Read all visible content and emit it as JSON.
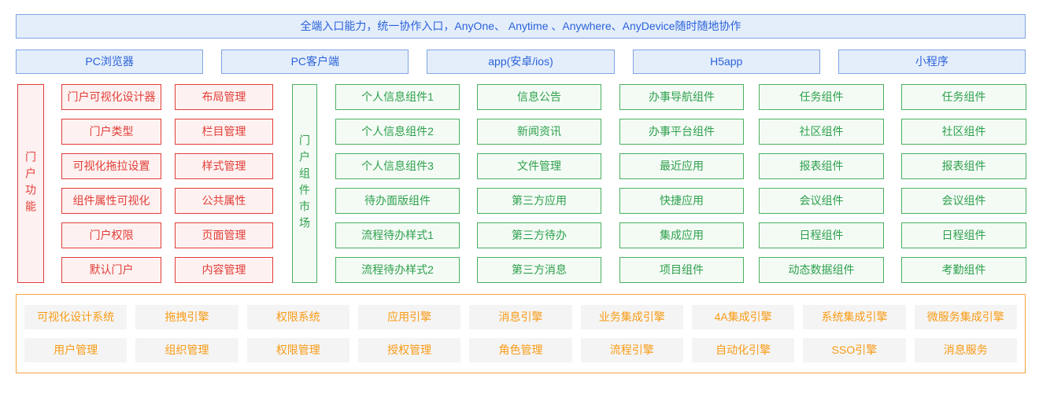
{
  "banner": {
    "text": "全端入口能力，统一协作入口，AnyOne、 Anytime 、Anywhere、AnyDevice随时随地协作"
  },
  "channels": [
    "PC浏览器",
    "PC客户端",
    "app(安卓/ios)",
    "H5app",
    "小程序"
  ],
  "portal_functions": {
    "label": "门户功能",
    "col1": [
      "门户可视化设计器",
      "门户类型",
      "可视化拖拉设置",
      "组件属性可视化",
      "门户权限",
      "默认门户"
    ],
    "col2": [
      "布局管理",
      "栏目管理",
      "样式管理",
      "公共属性",
      "页面管理",
      "内容管理"
    ]
  },
  "component_market": {
    "label": "门户组件市场",
    "columns": [
      [
        "个人信息组件1",
        "个人信息组件2",
        "个人信息组件3",
        "待办面版组件",
        "流程待办样式1",
        "流程待办样式2"
      ],
      [
        "信息公告",
        "新闻资讯",
        "文件管理",
        "第三方应用",
        "第三方待办",
        "第三方消息"
      ],
      [
        "办事导航组件",
        "办事平台组件",
        "最近应用",
        "快捷应用",
        "集成应用",
        "项目组件"
      ],
      [
        "任务组件",
        "社区组件",
        "报表组件",
        "会议组件",
        "日程组件",
        "动态数据组件"
      ],
      [
        "任务组件",
        "社区组件",
        "报表组件",
        "会议组件",
        "日程组件",
        "考勤组件"
      ]
    ]
  },
  "platform": {
    "row1": [
      "可视化设计系统",
      "拖拽引擎",
      "权限系统",
      "应用引擎",
      "消息引擎",
      "业务集成引擎",
      "4A集成引擎",
      "系统集成引擎",
      "微服务集成引擎"
    ],
    "row2": [
      "用户管理",
      "组织管理",
      "权限管理",
      "授权管理",
      "角色管理",
      "流程引擎",
      "自动化引擎",
      "SSO引擎",
      "消息服务"
    ]
  },
  "colors": {
    "blue_text": "#2a62d9",
    "blue_border": "#7fa3e3",
    "blue_bg": "#e4eefb",
    "red": "#e23d38",
    "red_bg": "#fdf2f1",
    "green_text": "#2ea04d",
    "green_border": "#4ab061",
    "green_bg": "#f4fbf5",
    "orange_text": "#f99b15",
    "orange_border": "#f6a33f",
    "gray_item_bg": "#f4f4f4"
  }
}
